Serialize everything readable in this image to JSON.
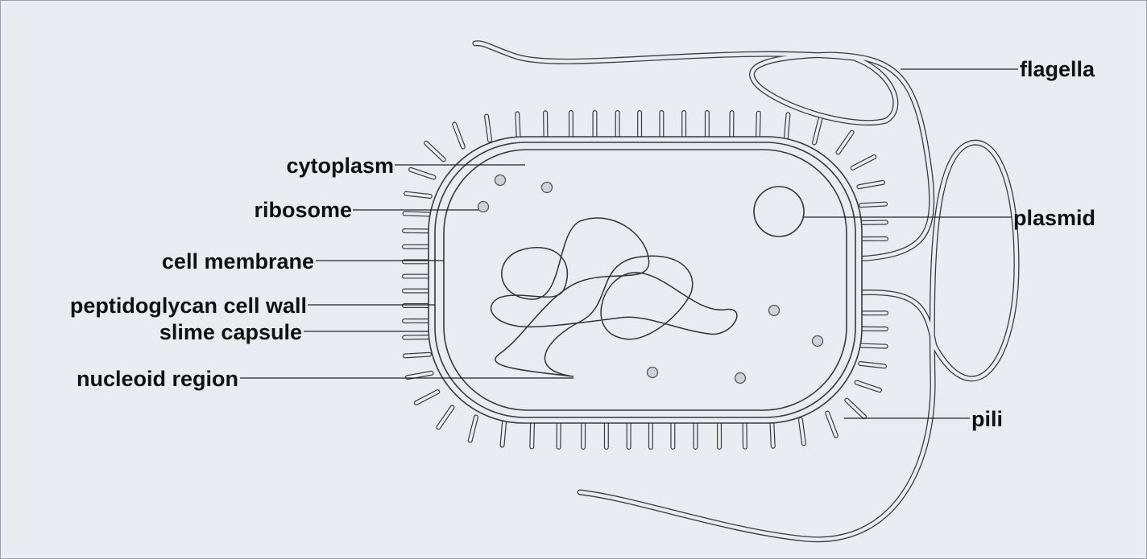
{
  "labels": {
    "cytoplasm": "cytoplasm",
    "ribosome": "ribosome",
    "cell_membrane": "cell membrane",
    "peptidoglycan_cell_wall": "peptidoglycan cell wall",
    "slime_capsule": "slime capsule",
    "nucleoid_region": "nucleoid region",
    "flagella": "flagella",
    "plasmid": "plasmid",
    "pili": "pili"
  },
  "colors": {
    "background": "#e9edf1",
    "outline": "#3a3a3a",
    "ribosome_fill": "#cfd3d7",
    "label_text": "#111111"
  }
}
